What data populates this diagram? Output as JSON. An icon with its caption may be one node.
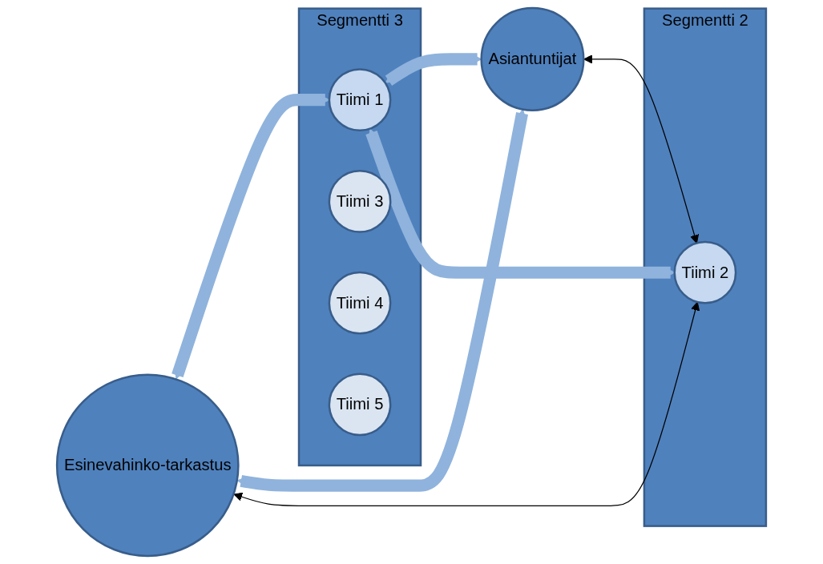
{
  "diagram": {
    "nodes": [
      {
        "text": [
          "Esinevahinko-tarkastus"
        ]
      },
      {
        "text": [
          "Segmentti 3"
        ]
      },
      {
        "text": [
          "Tiimi 1"
        ],
        "in": 1
      },
      {
        "text": [
          "Tiimi 3"
        ],
        "in": 1
      },
      {
        "text": [
          "Tiimi 4"
        ],
        "in": 1
      },
      {
        "text": [
          "Tiimi 5"
        ],
        "in": 1
      },
      {
        "text": [
          "Segmentti 2"
        ]
      },
      {
        "text": [
          "Tiimi 2"
        ],
        "in": 6
      },
      {
        "text": [
          "Asiantuntijat"
        ]
      }
    ],
    "edges": [
      {
        "from": 0,
        "to": 2,
        "arrow": "both"
      },
      {
        "from": 0,
        "to": 8,
        "arrow": "both"
      },
      {
        "from": 2,
        "to": 8,
        "arrow": "both"
      },
      {
        "from": 2,
        "to": 7,
        "arrow": "both"
      },
      {
        "from": 0,
        "to": 7,
        "arrow": "both",
        "color": "#000000"
      },
      {
        "from": 8,
        "to": 7,
        "arrow": "both",
        "color": "#000000"
      }
    ]
  }
}
